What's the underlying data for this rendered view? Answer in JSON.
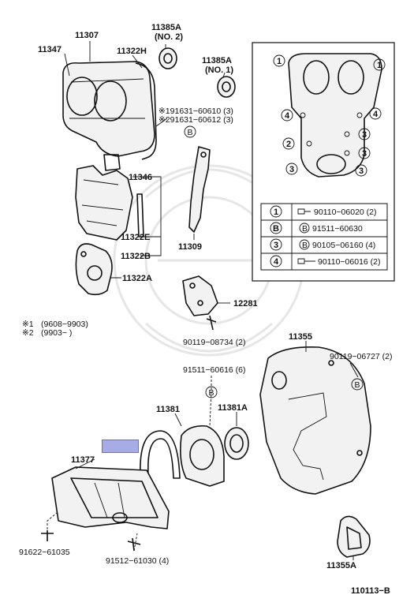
{
  "labels": {
    "p11307": "11307",
    "p11385a_top": "11385A",
    "no2": "(NO. 2)",
    "p11347": "11347",
    "p11322h": "11322H",
    "p11385a_mid": "11385A",
    "no1": "(NO. 1)",
    "ref1": "※191631−60610 (3)",
    "ref2": "※291631−60612 (3)",
    "p11346": "11346",
    "p11322e": "11322E",
    "p11322b": "11322B",
    "p11322a": "11322A",
    "p11309": "11309",
    "p12281": "12281",
    "p90119_08734": "90119−08734 (2)",
    "note1_mark": "※1",
    "note1_text": "(9608−9903)",
    "note2_mark": "※2",
    "note2_text": "(9903−        )",
    "p11355": "11355",
    "p90119_06727": "90119−06727 (2)",
    "p91511_60616": "91511−60616 (6)",
    "p11381": "11381",
    "p11381a": "11381A",
    "p11377": "11377",
    "p91622_61035": "91622−61035",
    "p91512_61030": "91512−61030 (4)",
    "p11355a": "11355A",
    "diagram_code": "110113−B",
    "circle_b": "B"
  },
  "legend": [
    {
      "key": "1",
      "part": "90110−06020 (2)"
    },
    {
      "key": "B",
      "part": "91511−60630"
    },
    {
      "key": "3",
      "part": "90105−06160 (4)"
    },
    {
      "key": "4",
      "part": "90110−06016 (2)"
    }
  ],
  "inset_markers": [
    "1",
    "1",
    "4",
    "4",
    "2",
    "3",
    "3",
    "3",
    "3"
  ]
}
